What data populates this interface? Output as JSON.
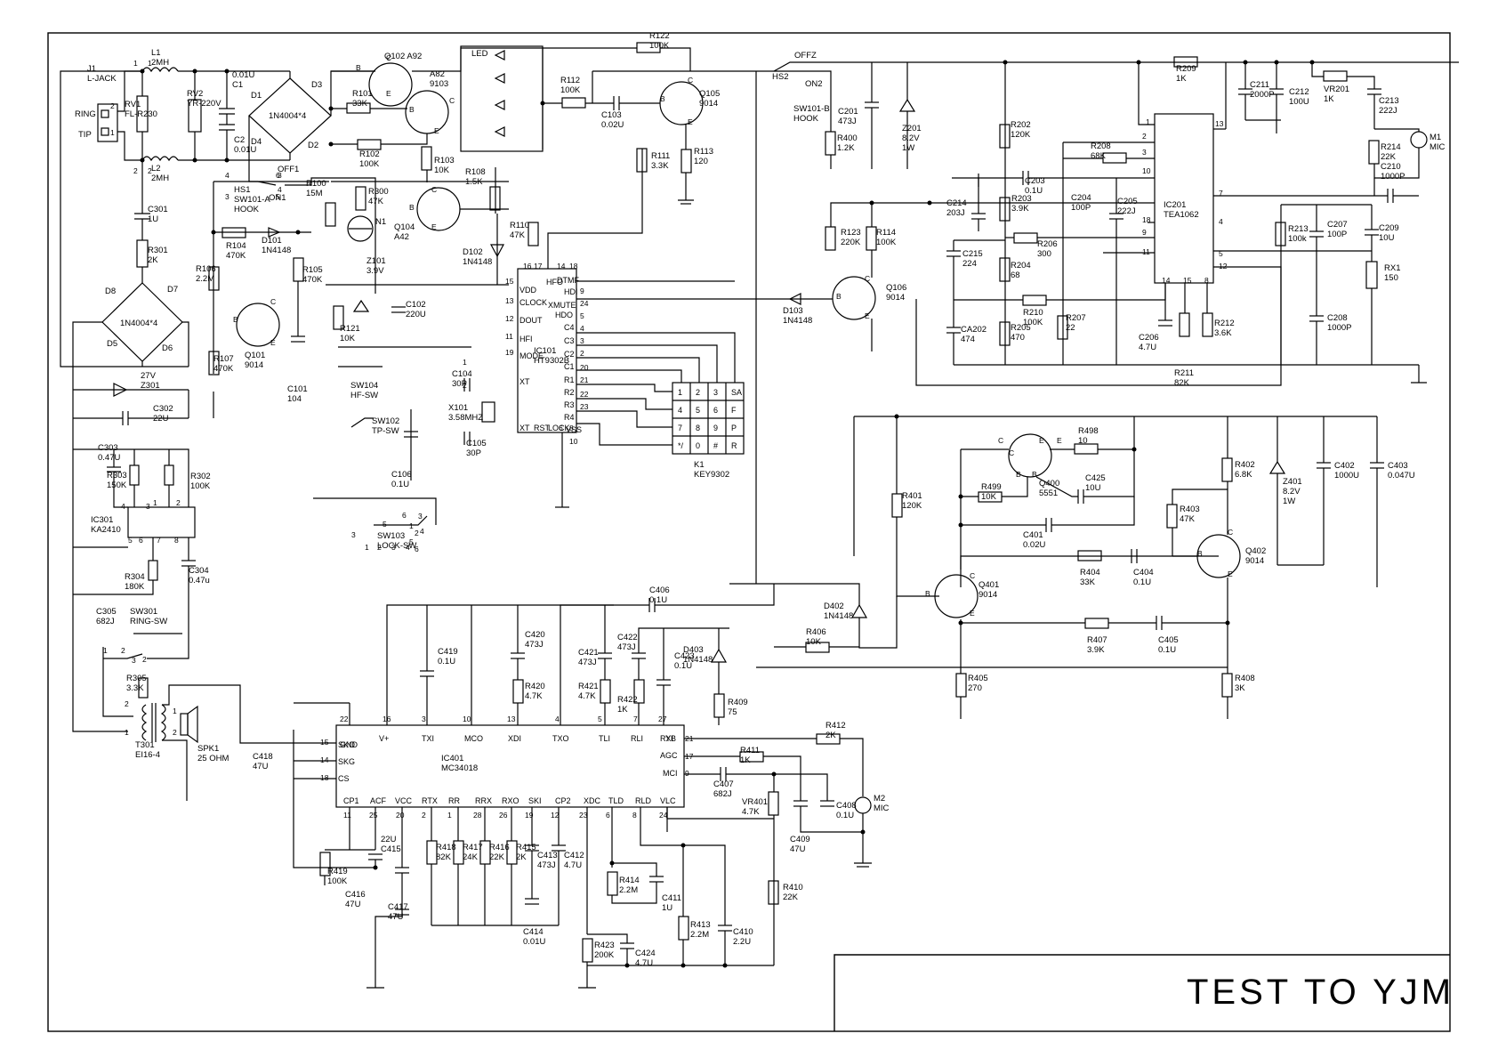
{
  "title_block": {
    "text": "TEST TO YJM"
  },
  "components": [
    {
      "id": "j1",
      "lines": [
        "J1",
        "L-JACK"
      ]
    },
    {
      "id": "ring",
      "lines": [
        "RING"
      ]
    },
    {
      "id": "tip",
      "lines": [
        "TIP"
      ]
    },
    {
      "id": "l1",
      "lines": [
        "L1",
        "2MH"
      ]
    },
    {
      "id": "l2",
      "lines": [
        "L2",
        "2MH"
      ]
    },
    {
      "id": "rv1",
      "lines": [
        "RV1",
        "FL-R230"
      ]
    },
    {
      "id": "rv2",
      "lines": [
        "RV2",
        "YR-220V"
      ]
    },
    {
      "id": "c1",
      "lines": [
        "0.01U",
        "C1"
      ]
    },
    {
      "id": "c2",
      "lines": [
        "C2",
        "0.01U"
      ]
    },
    {
      "id": "d1",
      "lines": [
        "D1"
      ]
    },
    {
      "id": "d2",
      "lines": [
        "D2"
      ]
    },
    {
      "id": "d3",
      "lines": [
        "D3"
      ]
    },
    {
      "id": "d4",
      "lines": [
        "D4"
      ]
    },
    {
      "id": "bridge1",
      "lines": [
        "1N4004*4"
      ]
    },
    {
      "id": "q102",
      "lines": [
        "Q102  A92"
      ]
    },
    {
      "id": "q103",
      "lines": [
        "A82",
        "9103"
      ]
    },
    {
      "id": "r101",
      "lines": [
        "R101",
        "33K"
      ]
    },
    {
      "id": "r102",
      "lines": [
        "R102",
        "100K"
      ]
    },
    {
      "id": "r103",
      "lines": [
        "R103",
        "10K"
      ]
    },
    {
      "id": "led",
      "lines": [
        "LED"
      ]
    },
    {
      "id": "r122",
      "lines": [
        "R122",
        "100K"
      ]
    },
    {
      "id": "r112",
      "lines": [
        "R112",
        "100K"
      ]
    },
    {
      "id": "c103",
      "lines": [
        "C103",
        "0.02U"
      ]
    },
    {
      "id": "q105",
      "lines": [
        "Q105",
        "9014"
      ]
    },
    {
      "id": "r111",
      "lines": [
        "R111",
        "3.3K"
      ]
    },
    {
      "id": "r113",
      "lines": [
        "R113",
        "120"
      ]
    },
    {
      "id": "r108",
      "lines": [
        "R108",
        "1.5K"
      ]
    },
    {
      "id": "q104",
      "lines": [
        "Q104",
        "A42"
      ]
    },
    {
      "id": "r300",
      "lines": [
        "R300",
        "47K"
      ]
    },
    {
      "id": "n1",
      "lines": [
        "N1"
      ]
    },
    {
      "id": "r100",
      "lines": [
        "R100",
        "15M"
      ]
    },
    {
      "id": "hs1",
      "lines": [
        "HS1",
        "SW101-A",
        "HOOK"
      ]
    },
    {
      "id": "off1",
      "lines": [
        "OFF1"
      ]
    },
    {
      "id": "on1",
      "lines": [
        "ON1"
      ]
    },
    {
      "id": "r104",
      "lines": [
        "R104",
        "470K"
      ]
    },
    {
      "id": "d101",
      "lines": [
        "D101",
        "1N4148"
      ]
    },
    {
      "id": "r106",
      "lines": [
        "R106",
        "2.2M"
      ]
    },
    {
      "id": "r105",
      "lines": [
        "R105",
        "470K"
      ]
    },
    {
      "id": "z101",
      "lines": [
        "Z101",
        "3.9V"
      ]
    },
    {
      "id": "q101",
      "lines": [
        "Q101",
        "9014"
      ]
    },
    {
      "id": "r107",
      "lines": [
        "R107",
        "470K"
      ]
    },
    {
      "id": "c101",
      "lines": [
        "C101",
        "104"
      ]
    },
    {
      "id": "d102",
      "lines": [
        "D102",
        "1N4148"
      ]
    },
    {
      "id": "r110",
      "lines": [
        "R110",
        "47K"
      ]
    },
    {
      "id": "r121",
      "lines": [
        "R121",
        "10K"
      ]
    },
    {
      "id": "c102",
      "lines": [
        "C102",
        "220U"
      ]
    },
    {
      "id": "sw104",
      "lines": [
        "SW104",
        "HF-SW"
      ]
    },
    {
      "id": "sw102",
      "lines": [
        "SW102",
        "TP-SW"
      ]
    },
    {
      "id": "c104",
      "lines": [
        "C104",
        "30P"
      ]
    },
    {
      "id": "x101",
      "lines": [
        "X101",
        "3.58MHZ"
      ]
    },
    {
      "id": "c105",
      "lines": [
        "C105",
        "30P"
      ]
    },
    {
      "id": "c106",
      "lines": [
        "C106",
        "0.1U"
      ]
    },
    {
      "id": "sw103",
      "lines": [
        "SW103",
        "LOCK-SW"
      ]
    },
    {
      "id": "ic101",
      "lines": [
        "IC101",
        "HT9302B"
      ]
    },
    {
      "id": "k1",
      "lines": [
        "K1",
        "KEY9302"
      ]
    },
    {
      "id": "hs2",
      "lines": [
        "HS2"
      ]
    },
    {
      "id": "offz",
      "lines": [
        "OFFZ"
      ]
    },
    {
      "id": "on2",
      "lines": [
        "ON2"
      ]
    },
    {
      "id": "sw101b",
      "lines": [
        "SW101-B",
        "HOOK"
      ]
    },
    {
      "id": "c201",
      "lines": [
        "C201",
        "473J"
      ]
    },
    {
      "id": "r400",
      "lines": [
        "R400",
        "1.2K"
      ]
    },
    {
      "id": "z201",
      "lines": [
        "Z201",
        "8.2V",
        "1W"
      ]
    },
    {
      "id": "r123",
      "lines": [
        "R123",
        "220K"
      ]
    },
    {
      "id": "r114",
      "lines": [
        "R114",
        "100K"
      ]
    },
    {
      "id": "d103",
      "lines": [
        "D103",
        "1N4148"
      ]
    },
    {
      "id": "q106",
      "lines": [
        "Q106",
        "9014"
      ]
    },
    {
      "id": "r209",
      "lines": [
        "R209",
        "1K"
      ]
    },
    {
      "id": "c211",
      "lines": [
        "C211",
        "2000P"
      ]
    },
    {
      "id": "c212",
      "lines": [
        "C212",
        "100U"
      ]
    },
    {
      "id": "vr201",
      "lines": [
        "VR201",
        "1K"
      ]
    },
    {
      "id": "c213",
      "lines": [
        "C213",
        "222J"
      ]
    },
    {
      "id": "r214",
      "lines": [
        "R214",
        "22K"
      ]
    },
    {
      "id": "m1",
      "lines": [
        "M1",
        "MIC"
      ]
    },
    {
      "id": "c210",
      "lines": [
        "C210",
        "1000P"
      ]
    },
    {
      "id": "r202",
      "lines": [
        "R202",
        "120K"
      ]
    },
    {
      "id": "r208",
      "lines": [
        "R208",
        "68K"
      ]
    },
    {
      "id": "c203",
      "lines": [
        "C203",
        "0.1U"
      ]
    },
    {
      "id": "c214",
      "lines": [
        "C214",
        "203J"
      ]
    },
    {
      "id": "r203",
      "lines": [
        "R203",
        "3.9K"
      ]
    },
    {
      "id": "c204",
      "lines": [
        "C204",
        "100P"
      ]
    },
    {
      "id": "c205",
      "lines": [
        "C205",
        "222J"
      ]
    },
    {
      "id": "r206",
      "lines": [
        "R206",
        "300"
      ]
    },
    {
      "id": "c215",
      "lines": [
        "C215",
        "224"
      ]
    },
    {
      "id": "r204",
      "lines": [
        "R204",
        "68"
      ]
    },
    {
      "id": "r210",
      "lines": [
        "R210",
        "100K"
      ]
    },
    {
      "id": "ca202",
      "lines": [
        "CA202",
        "474"
      ]
    },
    {
      "id": "r205",
      "lines": [
        "R205",
        "470"
      ]
    },
    {
      "id": "r207",
      "lines": [
        "R207",
        "22"
      ]
    },
    {
      "id": "c206",
      "lines": [
        "C206",
        "4.7U"
      ]
    },
    {
      "id": "r212",
      "lines": [
        "R212",
        "3.6K"
      ]
    },
    {
      "id": "r211",
      "lines": [
        "R211",
        "82K"
      ]
    },
    {
      "id": "ic201",
      "lines": [
        "IC201",
        "TEA1062"
      ]
    },
    {
      "id": "r213",
      "lines": [
        "R213",
        "100k"
      ]
    },
    {
      "id": "c207",
      "lines": [
        "C207",
        "100P"
      ]
    },
    {
      "id": "c209",
      "lines": [
        "C209",
        "10U"
      ]
    },
    {
      "id": "rx1",
      "lines": [
        "RX1",
        "150"
      ]
    },
    {
      "id": "c208",
      "lines": [
        "C208",
        "1000P"
      ]
    },
    {
      "id": "z301",
      "lines": [
        "27V",
        "Z301"
      ]
    },
    {
      "id": "c301",
      "lines": [
        "C301",
        "1U"
      ]
    },
    {
      "id": "r301",
      "lines": [
        "R301",
        "2K"
      ]
    },
    {
      "id": "d5",
      "lines": [
        "D5"
      ]
    },
    {
      "id": "d6",
      "lines": [
        "D6"
      ]
    },
    {
      "id": "d7",
      "lines": [
        "D7"
      ]
    },
    {
      "id": "d8",
      "lines": [
        "D8"
      ]
    },
    {
      "id": "bridge2",
      "lines": [
        "1N4004*4"
      ]
    },
    {
      "id": "c302",
      "lines": [
        "C302",
        "22U"
      ]
    },
    {
      "id": "c303",
      "lines": [
        "C303",
        "0.47U"
      ]
    },
    {
      "id": "r303",
      "lines": [
        "R303",
        "150K"
      ]
    },
    {
      "id": "r302",
      "lines": [
        "R302",
        "100K"
      ]
    },
    {
      "id": "ic301",
      "lines": [
        "IC301",
        "KA2410"
      ]
    },
    {
      "id": "r304",
      "lines": [
        "R304",
        "180K"
      ]
    },
    {
      "id": "c304",
      "lines": [
        "C304",
        "0.47u"
      ]
    },
    {
      "id": "c305",
      "lines": [
        "C305",
        "682J"
      ]
    },
    {
      "id": "sw301",
      "lines": [
        "SW301",
        "RING-SW"
      ]
    },
    {
      "id": "r305",
      "lines": [
        "R305",
        "3.3K"
      ]
    },
    {
      "id": "t301",
      "lines": [
        "T301",
        "EI16-4"
      ]
    },
    {
      "id": "spk1",
      "lines": [
        "SPK1",
        "25 OHM"
      ]
    },
    {
      "id": "c418",
      "lines": [
        "C418",
        "47U"
      ]
    },
    {
      "id": "r498",
      "lines": [
        "R498",
        "10"
      ]
    },
    {
      "id": "q400",
      "lines": [
        "Q400",
        "5551"
      ]
    },
    {
      "id": "r499",
      "lines": [
        "R499",
        "10K"
      ]
    },
    {
      "id": "c425",
      "lines": [
        "C425",
        "10U"
      ]
    },
    {
      "id": "c401",
      "lines": [
        "C401",
        "0.02U"
      ]
    },
    {
      "id": "r401",
      "lines": [
        "R401",
        "120K"
      ]
    },
    {
      "id": "r402",
      "lines": [
        "R402",
        "6.8K"
      ]
    },
    {
      "id": "z401",
      "lines": [
        "Z401",
        "8.2V",
        "1W"
      ]
    },
    {
      "id": "c402",
      "lines": [
        "C402",
        "1000U"
      ]
    },
    {
      "id": "c403",
      "lines": [
        "C403",
        "0.047U"
      ]
    },
    {
      "id": "r403",
      "lines": [
        "R403",
        "47K"
      ]
    },
    {
      "id": "r404",
      "lines": [
        "R404",
        "33K"
      ]
    },
    {
      "id": "c404",
      "lines": [
        "C404",
        "0.1U"
      ]
    },
    {
      "id": "q402",
      "lines": [
        "Q402",
        "9014"
      ]
    },
    {
      "id": "q401",
      "lines": [
        "Q401",
        "9014"
      ]
    },
    {
      "id": "d402",
      "lines": [
        "D402",
        "1N4148"
      ]
    },
    {
      "id": "r406",
      "lines": [
        "R406",
        "10K"
      ]
    },
    {
      "id": "r407",
      "lines": [
        "R407",
        "3.9K"
      ]
    },
    {
      "id": "c405",
      "lines": [
        "C405",
        "0.1U"
      ]
    },
    {
      "id": "r405",
      "lines": [
        "R405",
        "270"
      ]
    },
    {
      "id": "r408",
      "lines": [
        "R408",
        "3K"
      ]
    },
    {
      "id": "c406",
      "lines": [
        "C406",
        "0.1U"
      ]
    },
    {
      "id": "c419",
      "lines": [
        "C419",
        "0.1U"
      ]
    },
    {
      "id": "c420",
      "lines": [
        "C420",
        "473J"
      ]
    },
    {
      "id": "r420",
      "lines": [
        "R420",
        "4.7K"
      ]
    },
    {
      "id": "c421",
      "lines": [
        "C421",
        "473J"
      ]
    },
    {
      "id": "r421",
      "lines": [
        "R421",
        "4.7K"
      ]
    },
    {
      "id": "c422",
      "lines": [
        "C422",
        "473J"
      ]
    },
    {
      "id": "r422",
      "lines": [
        "R422",
        "1K"
      ]
    },
    {
      "id": "d403",
      "lines": [
        "D403",
        "1N4148"
      ]
    },
    {
      "id": "c423",
      "lines": [
        "C423",
        "0.1U"
      ]
    },
    {
      "id": "r409",
      "lines": [
        "R409",
        "75"
      ]
    },
    {
      "id": "r412",
      "lines": [
        "R412",
        "2K"
      ]
    },
    {
      "id": "r411",
      "lines": [
        "R411",
        "1K"
      ]
    },
    {
      "id": "c407",
      "lines": [
        "C407",
        "682J"
      ]
    },
    {
      "id": "vr401",
      "lines": [
        "VR401",
        "4.7K"
      ]
    },
    {
      "id": "c408",
      "lines": [
        "C408",
        "0.1U"
      ]
    },
    {
      "id": "m2",
      "lines": [
        "M2",
        "MIC"
      ]
    },
    {
      "id": "c409",
      "lines": [
        "C409",
        "47U"
      ]
    },
    {
      "id": "r410",
      "lines": [
        "R410",
        "22K"
      ]
    },
    {
      "id": "ic401",
      "lines": [
        "IC401",
        "MC34018"
      ]
    },
    {
      "id": "r419",
      "lines": [
        "R419",
        "100K"
      ]
    },
    {
      "id": "c415",
      "lines": [
        "22U",
        "C415"
      ]
    },
    {
      "id": "c416",
      "lines": [
        "C416",
        "47U"
      ]
    },
    {
      "id": "c417",
      "lines": [
        "C417",
        "47U"
      ]
    },
    {
      "id": "r418",
      "lines": [
        "R418",
        "82K"
      ]
    },
    {
      "id": "r417",
      "lines": [
        "R417",
        "24K"
      ]
    },
    {
      "id": "r416",
      "lines": [
        "R416",
        "22K"
      ]
    },
    {
      "id": "r415",
      "lines": [
        "R415",
        "2K"
      ]
    },
    {
      "id": "c413",
      "lines": [
        "C413",
        "473J"
      ]
    },
    {
      "id": "c412",
      "lines": [
        "C412",
        "4.7U"
      ]
    },
    {
      "id": "c414",
      "lines": [
        "C414",
        "0.01U"
      ]
    },
    {
      "id": "r414",
      "lines": [
        "R414",
        "2.2M"
      ]
    },
    {
      "id": "c411",
      "lines": [
        "C411",
        "1U"
      ]
    },
    {
      "id": "r413",
      "lines": [
        "R413",
        "2.2M"
      ]
    },
    {
      "id": "c410",
      "lines": [
        "C410",
        "2.2U"
      ]
    },
    {
      "id": "r423",
      "lines": [
        "R423",
        "200K"
      ]
    },
    {
      "id": "c424",
      "lines": [
        "C424",
        "4.7U"
      ]
    }
  ],
  "ic_pins": [
    {
      "id": "ic101-vdd",
      "text": "VDD"
    },
    {
      "id": "ic101-clock",
      "text": "CLOCK"
    },
    {
      "id": "ic101-dout",
      "text": "DOUT"
    },
    {
      "id": "ic101-hfi",
      "text": "HFI"
    },
    {
      "id": "ic101-mode",
      "text": "MODE"
    },
    {
      "id": "ic101-xt1",
      "text": "XT"
    },
    {
      "id": "ic101-xt2",
      "text": "XT"
    },
    {
      "id": "ic101-dtmf",
      "text": "DTMF"
    },
    {
      "id": "ic101-hdi",
      "text": "HDI"
    },
    {
      "id": "ic101-xmute",
      "text": "XMUTE"
    },
    {
      "id": "ic101-hdo",
      "text": "HDO"
    },
    {
      "id": "ic101-c4",
      "text": "C4"
    },
    {
      "id": "ic101-c3",
      "text": "C3"
    },
    {
      "id": "ic101-c2",
      "text": "C2"
    },
    {
      "id": "ic101-c1",
      "text": "C1"
    },
    {
      "id": "ic101-r1",
      "text": "R1"
    },
    {
      "id": "ic101-r2",
      "text": "R2"
    },
    {
      "id": "ic101-r3",
      "text": "R3"
    },
    {
      "id": "ic101-r4",
      "text": "R4"
    },
    {
      "id": "ic101-vss",
      "text": "VSS"
    },
    {
      "id": "ic101-lock",
      "text": "LOCK"
    },
    {
      "id": "ic101-rst",
      "text": "RST"
    },
    {
      "id": "ic101-hfo",
      "text": "HFO"
    },
    {
      "id": "ic401-gnd",
      "text": "GND"
    },
    {
      "id": "ic401-vplus",
      "text": "V+"
    },
    {
      "id": "ic401-txi",
      "text": "TXI"
    },
    {
      "id": "ic401-mco",
      "text": "MCO"
    },
    {
      "id": "ic401-xdi",
      "text": "XDI"
    },
    {
      "id": "ic401-txo",
      "text": "TXO"
    },
    {
      "id": "ic401-tli",
      "text": "TLI"
    },
    {
      "id": "ic401-rli",
      "text": "RLI"
    },
    {
      "id": "ic401-rxi",
      "text": "RXI"
    },
    {
      "id": "ic401-skg",
      "text": "SKG"
    },
    {
      "id": "ic401-cs",
      "text": "CS"
    },
    {
      "id": "ic401-yb",
      "text": "YB"
    },
    {
      "id": "ic401-agc",
      "text": "AGC"
    },
    {
      "id": "ic401-mci",
      "text": "MCI"
    },
    {
      "id": "ic401-cp1",
      "text": "CP1"
    },
    {
      "id": "ic401-acf",
      "text": "ACF"
    },
    {
      "id": "ic401-vcc",
      "text": "VCC"
    },
    {
      "id": "ic401-rtx",
      "text": "RTX"
    },
    {
      "id": "ic401-rr",
      "text": "RR"
    },
    {
      "id": "ic401-rrx",
      "text": "RRX"
    },
    {
      "id": "ic401-rxo",
      "text": "RXO"
    },
    {
      "id": "ic401-ski",
      "text": "SKI"
    },
    {
      "id": "ic401-cp2",
      "text": "CP2"
    },
    {
      "id": "ic401-xdc",
      "text": "XDC"
    },
    {
      "id": "ic401-tld",
      "text": "TLD"
    },
    {
      "id": "ic401-rld",
      "text": "RLD"
    },
    {
      "id": "ic401-vlc",
      "text": "VLC"
    },
    {
      "id": "ic401-sko",
      "text": "SKO"
    }
  ],
  "keypad": {
    "keys": [
      "1",
      "2",
      "3",
      "SA",
      "4",
      "5",
      "6",
      "F",
      "7",
      "8",
      "9",
      "P",
      "*/",
      "0",
      "#",
      "R"
    ]
  },
  "pin_numbers": [
    "1",
    "2",
    "1",
    "2",
    "2",
    "1",
    "4",
    "3",
    "6",
    "5",
    "3",
    "1",
    "2",
    "4",
    "3",
    "5",
    "6",
    "1",
    "2",
    "15",
    "13",
    "12",
    "11",
    "19",
    "17",
    "16",
    "18",
    "14",
    "9",
    "24",
    "5",
    "4",
    "3",
    "2",
    "20",
    "21",
    "22",
    "23",
    "6",
    "8",
    "10",
    "2",
    "3",
    "10",
    "13",
    "11",
    "9",
    "18",
    "14",
    "15",
    "8",
    "7",
    "4",
    "5",
    "12",
    "1",
    "3",
    "4",
    "1",
    "2",
    "5",
    "6",
    "7",
    "8",
    "1",
    "2",
    "3",
    "2",
    "1",
    "2",
    "1",
    "2",
    "3",
    "4",
    "1",
    "2",
    "3",
    "4",
    "5",
    "6",
    "22",
    "16",
    "3",
    "10",
    "13",
    "4",
    "5",
    "7",
    "27",
    "15",
    "14",
    "18",
    "21",
    "17",
    "9",
    "11",
    "25",
    "20",
    "2",
    "1",
    "28",
    "26",
    "19",
    "12",
    "23",
    "6",
    "8",
    "24",
    "B",
    "C",
    "E",
    "B",
    "C",
    "E",
    "B",
    "C",
    "E",
    "B",
    "C",
    "E",
    "B",
    "C",
    "E",
    "B",
    "C",
    "E",
    "C",
    "E",
    "B",
    "B",
    "C",
    "E",
    "B",
    "C",
    "E",
    "C",
    "B",
    "E"
  ]
}
